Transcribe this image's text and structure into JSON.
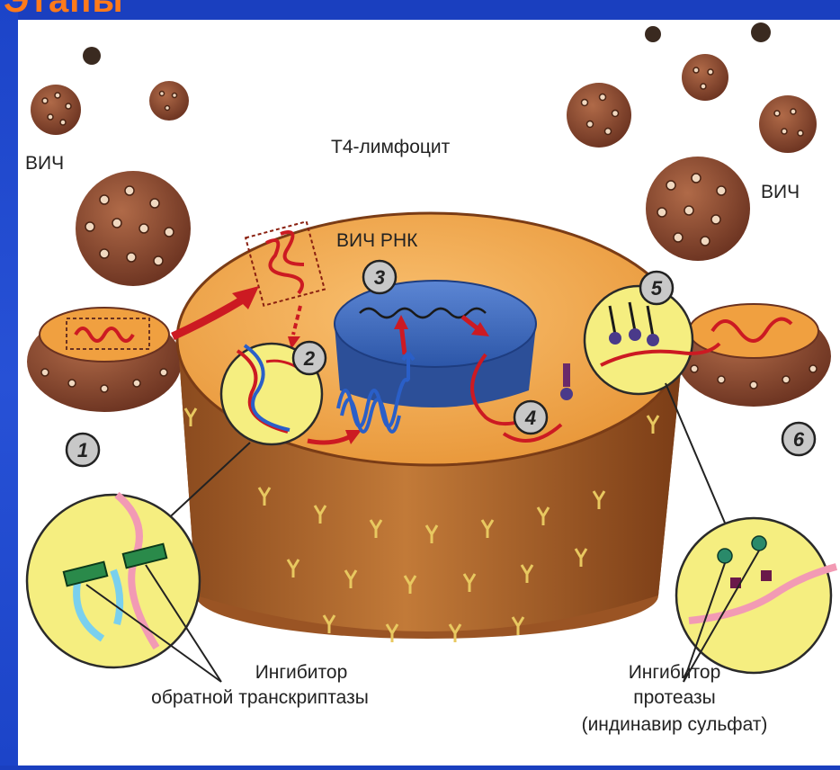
{
  "slide": {
    "title": "Этапы"
  },
  "labels": {
    "hiv_left": "ВИЧ",
    "hiv_right": "ВИЧ",
    "cell": "Т4-лимфоцит",
    "hiv_rna": "ВИЧ РНК",
    "rt_inhibitor_line1": "Ингибитор",
    "rt_inhibitor_line2": "обратной транскриптазы",
    "protease_inhibitor_line1": "Ингибитор",
    "protease_inhibitor_line2": "протеазы",
    "protease_inhibitor_line3": "(индинавир сульфат)"
  },
  "steps": [
    "1",
    "2",
    "3",
    "4",
    "5",
    "6"
  ],
  "colors": {
    "virion": "#8a4a30",
    "cell_top": "#f2a84a",
    "cell_side": "#b5652a",
    "nucleus": "#4a74c8",
    "rna": "#cc1a22",
    "dna": "#2a5fc8",
    "inset": "#f5ee80",
    "title": "#ff7a1a",
    "background": "#1a3fbf"
  }
}
